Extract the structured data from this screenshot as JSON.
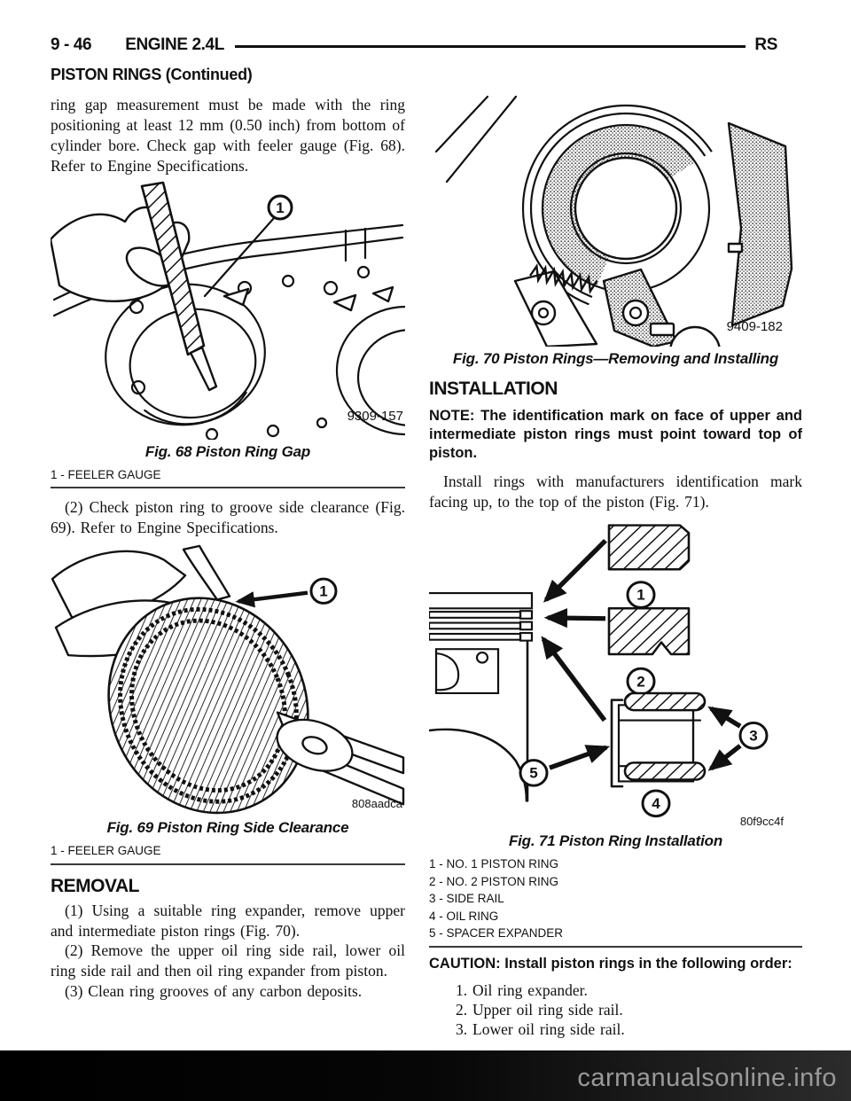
{
  "header": {
    "page_no": "9 - 46",
    "section": "ENGINE 2.4L",
    "code": "RS",
    "subtitle": "PISTON RINGS (Continued)"
  },
  "left": {
    "para_intro": "ring gap measurement must be made with the ring positioning at least 12 mm (0.50 inch) from bottom of cylinder bore. Check gap with feeler gauge (Fig. 68). Refer to Engine Specifications.",
    "fig68": {
      "code": "9309-157",
      "caption": "Fig. 68 Piston Ring Gap",
      "callout": "1",
      "legend": [
        "1 - FEELER GAUGE"
      ]
    },
    "para_step2": "(2) Check piston ring to groove side clearance (Fig. 69). Refer to Engine Specifications.",
    "fig69": {
      "code": "808aadca",
      "caption": "Fig. 69 Piston Ring Side Clearance",
      "callout": "1",
      "legend": [
        "1 - FEELER GAUGE"
      ]
    },
    "removal": {
      "heading": "REMOVAL",
      "step1": "(1) Using a suitable ring expander, remove upper and intermediate piston rings (Fig. 70).",
      "step2": "(2) Remove the upper oil ring side rail, lower oil ring side rail and then oil ring expander from piston.",
      "step3": "(3) Clean ring grooves of any carbon deposits."
    }
  },
  "right": {
    "fig70": {
      "code": "9409-182",
      "caption": "Fig. 70 Piston Rings—Removing and Installing"
    },
    "installation": {
      "heading": "INSTALLATION",
      "note": "NOTE: The identification mark on face of upper and intermediate piston rings must point toward top of piston.",
      "para": "Install rings with manufacturers identification mark facing up, to the top of the piston (Fig. 71)."
    },
    "fig71": {
      "code": "80f9cc4f",
      "caption": "Fig. 71 Piston Ring Installation",
      "callouts": [
        "1",
        "2",
        "3",
        "4",
        "5"
      ],
      "legend": [
        "1 - NO. 1 PISTON RING",
        "2 - NO. 2 PISTON RING",
        "3 - SIDE RAIL",
        "4 - OIL RING",
        "5 - SPACER EXPANDER"
      ]
    },
    "caution": {
      "text": "CAUTION: Install piston rings in the following order:",
      "steps": [
        "1. Oil ring expander.",
        "2. Upper oil ring side rail.",
        "3. Lower oil ring side rail."
      ]
    }
  },
  "watermark": "carmanualsonline.info",
  "colors": {
    "ink": "#111111",
    "watermark_text": "#9a9a9a",
    "band_left": "#000000",
    "band_right": "#2c2c2c"
  }
}
